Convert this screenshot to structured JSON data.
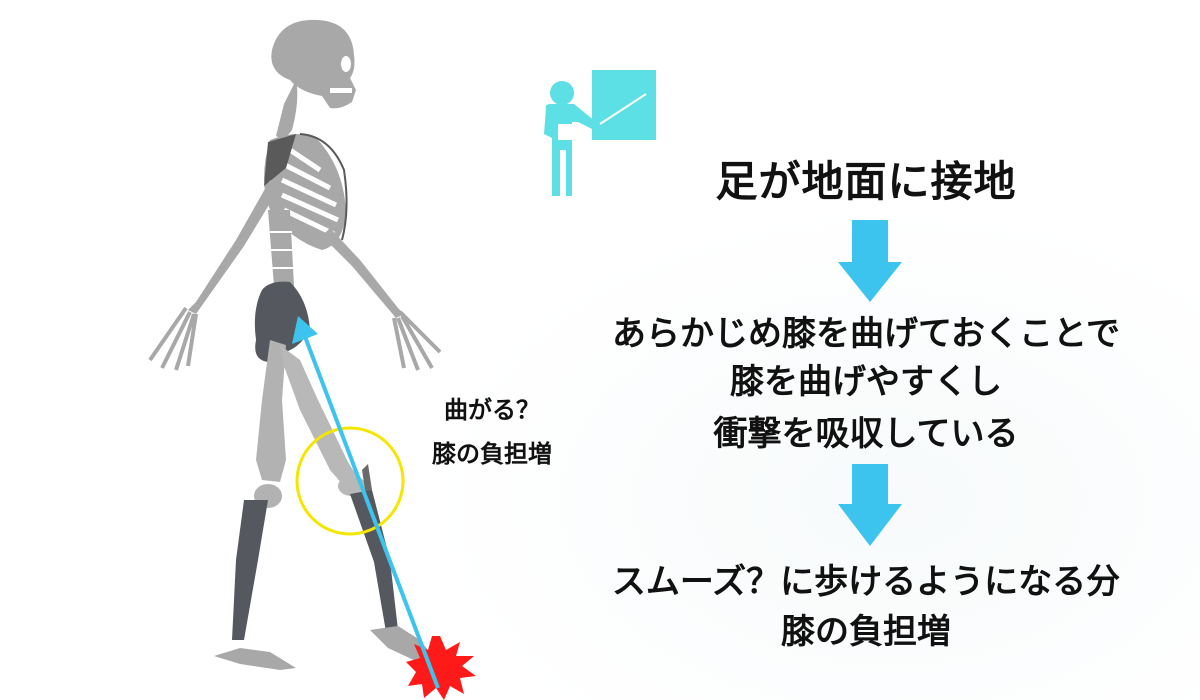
{
  "colors": {
    "accent_arrow": "#3cc4ee",
    "presenter_icon": "#5ce0e6",
    "highlight_circle": "#f5e600",
    "impact_burst": "#ff1a1a",
    "bone_light": "#a8a8a8",
    "bone_dark": "#55585e",
    "text": "#111111"
  },
  "icons": {
    "presenter": "presenter-with-board-icon",
    "flow_arrow": "down-arrow-icon",
    "impact": "impact-burst-icon",
    "force_vector": "force-arrow-icon",
    "knee_highlight": "circle-highlight-icon"
  },
  "flow": {
    "step1": "足が地面に接地",
    "step2_lines": [
      "あらかじめ膝を曲げておくことで",
      "膝を曲げやすくし",
      "衝撃を吸収している"
    ],
    "step3_lines": [
      "スムーズ？に歩けるようになる分",
      "膝の負担増"
    ]
  },
  "annotation": {
    "lines": [
      "曲がる？",
      "膝の負担増"
    ]
  }
}
